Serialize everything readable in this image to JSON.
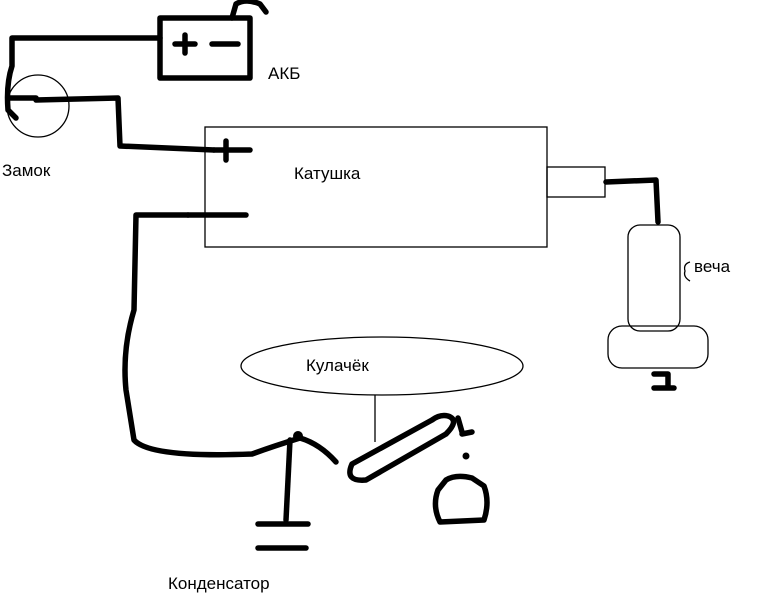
{
  "diagram": {
    "labels": {
      "battery": "АКБ",
      "ignition_switch": "Замок",
      "coil": "Катушка",
      "spark_plug": "веча",
      "cam": "Кулачёк",
      "capacitor": "Конденсатор"
    },
    "colors": {
      "ink": "#000000",
      "background": "#ffffff"
    }
  }
}
